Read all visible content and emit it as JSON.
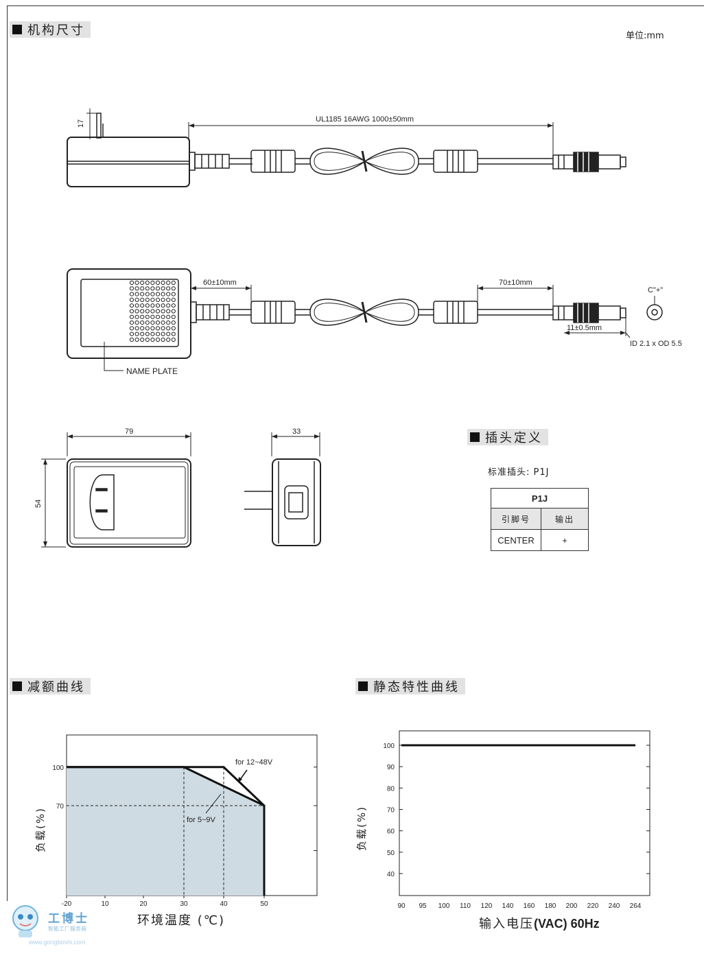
{
  "sections": {
    "mechanical": "机构尺寸",
    "plug_def": "插头定义",
    "derating": "减额曲线",
    "static": "静态特性曲线"
  },
  "unit_label": "单位:mm",
  "dims": {
    "pin_height": "17",
    "cable": "UL1185 16AWG 1000±50mm",
    "dim_60": "60±10mm",
    "dim_70": "70±10mm",
    "dim_11": "11±0.5mm",
    "polarity": "C\"+\"",
    "id_od": "ID 2.1 x OD 5.5",
    "name_plate": "NAME PLATE",
    "width": "79",
    "height": "54",
    "depth": "33"
  },
  "plug": {
    "standard": "标准插头: P1J",
    "table_title": "P1J",
    "col_pin": "引脚号",
    "col_out": "输出",
    "row_pin": "CENTER",
    "row_out": "+"
  },
  "chart_data": [
    {
      "type": "area",
      "x": [
        -20,
        10,
        20,
        30,
        40,
        50
      ],
      "xticks": [
        "-20",
        "10",
        "20",
        "30",
        "40",
        "50"
      ],
      "yticks": [
        "100",
        "70"
      ],
      "xlabel": "环境温度 (℃)",
      "ylabel": "负载(%)",
      "series": [
        {
          "name": "for 12~48V",
          "points": [
            [
              -20,
              100
            ],
            [
              40,
              100
            ],
            [
              50,
              70
            ],
            [
              50,
              0
            ]
          ]
        },
        {
          "name": "for 5~9V",
          "points": [
            [
              -20,
              100
            ],
            [
              30,
              100
            ],
            [
              50,
              70
            ],
            [
              50,
              0
            ]
          ]
        }
      ],
      "ylim": [
        0,
        125
      ],
      "fill": "#cfdbe2"
    },
    {
      "type": "line",
      "xticks": [
        "90",
        "95",
        "100",
        "110",
        "120",
        "140",
        "160",
        "180",
        "200",
        "220",
        "240",
        "264"
      ],
      "yticks": [
        "100",
        "90",
        "80",
        "70",
        "60",
        "50",
        "40"
      ],
      "xlabel_cn": "输入电压",
      "xlabel_en": "(VAC) 60Hz",
      "ylabel": "负载(%)",
      "series": [
        {
          "points": [
            [
              90,
              100
            ],
            [
              264,
              100
            ]
          ]
        }
      ],
      "ylim": [
        30,
        105
      ]
    }
  ],
  "watermark": {
    "brand": "工博士",
    "tagline": "智能工厂服务商",
    "url": "www.gongboshi.com"
  }
}
